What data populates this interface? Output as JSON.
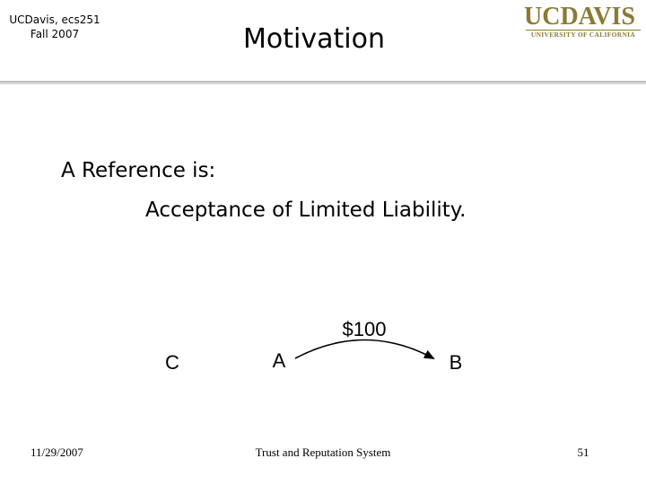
{
  "header": {
    "course_line1": "UCDavis, ecs251",
    "course_line2": "Fall 2007",
    "title": "Motivation",
    "logo": {
      "wordmark": "UCDAVIS",
      "tagline": "UNIVERSITY OF CALIFORNIA",
      "color": "#8a7a35"
    }
  },
  "body": {
    "line1": "A Reference is:",
    "line2": "Acceptance of Limited Liability."
  },
  "diagram": {
    "nodes": [
      "C",
      "A",
      "B"
    ],
    "edge": {
      "from": "A",
      "to": "B",
      "label": "$100"
    }
  },
  "footer": {
    "date": "11/29/2007",
    "center": "Trust and Reputation System",
    "page": "51"
  }
}
